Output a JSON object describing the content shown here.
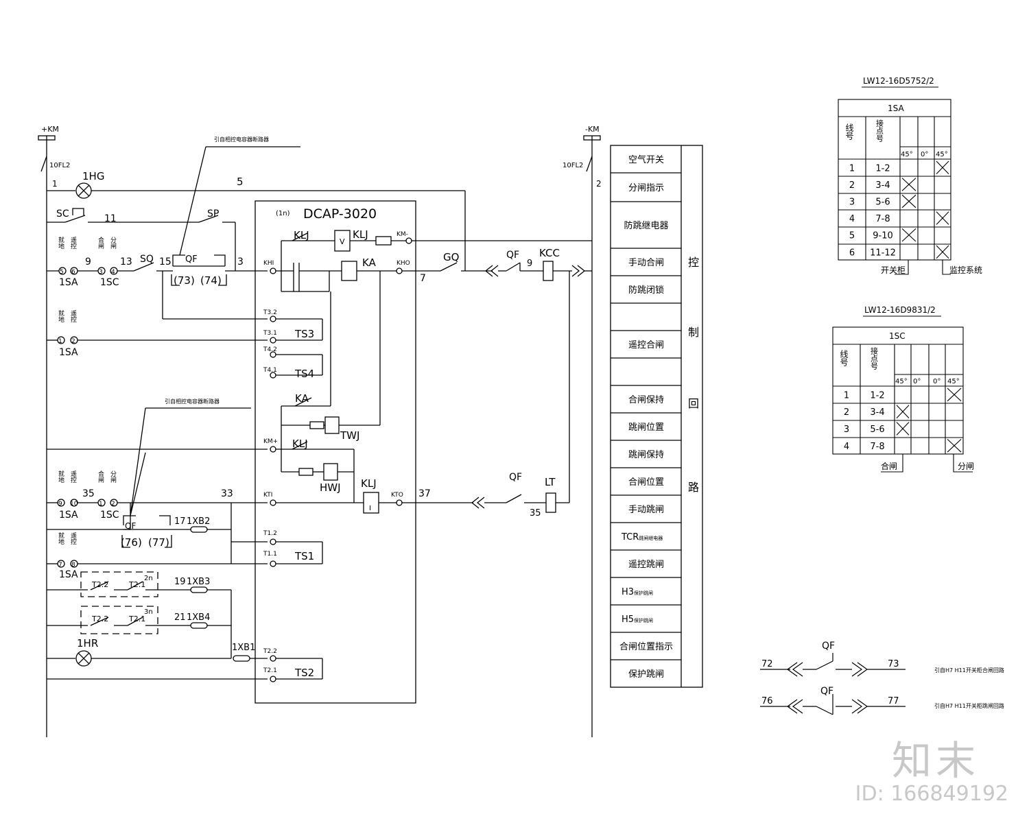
{
  "schematic": {
    "bus_pos": "+KM",
    "bus_neg": "-KM",
    "breaker_left": "10FL2",
    "breaker_right": "10FL2",
    "node1": "1",
    "node2": "2",
    "node5": "5",
    "node11": "11",
    "node9": "9",
    "node13": "13",
    "node15": "15",
    "node3": "3",
    "node7": "7",
    "node9b": "9",
    "node35": "35",
    "node33": "33",
    "node17": "17",
    "node37": "37",
    "node35b": "35",
    "node19": "19",
    "node21": "21",
    "lamp_green": "1HG",
    "lamp_red": "1HR",
    "sc": "SC",
    "sp": "SP",
    "sq": "SQ",
    "qf": "QF",
    "qf73": "(73)",
    "qf74": "(74)",
    "qf76": "(76)",
    "qf77": "(77)",
    "sw_1sa": "1SA",
    "sw_1sc": "1SC",
    "c5": "5",
    "c6": "6",
    "c3": "3",
    "c4": "4",
    "c1": "1",
    "c2": "2",
    "c9": "9",
    "c10": "10",
    "c1b": "1",
    "c2b": "2",
    "c7": "7",
    "c8": "8",
    "lbl_local": "就地",
    "lbl_remote": "遥控",
    "lbl_close": "合闸",
    "lbl_open": "分闸",
    "note_top": "引自相控电容器断路器",
    "note_mid": "引自相控电容器断路器",
    "relay_box": "DCAP-3020",
    "relay_box_id": "(1n)",
    "klj": "KLJ",
    "ka": "KA",
    "twj": "TWJ",
    "hwj": "HWJ",
    "gq": "GQ",
    "kcc": "KCC",
    "lt": "LT",
    "v": "V",
    "i": "I",
    "khi": "KHI",
    "kho": "KHO",
    "kmm": "KM-",
    "kmp": "KM+",
    "kti": "KTI",
    "kto": "KTO",
    "t32": "T3.2",
    "t31": "T3.1",
    "t42": "T4.2",
    "t41": "T4.1",
    "t12": "T1.2",
    "t11": "T1.1",
    "t22": "T2.2",
    "t21": "T2.1",
    "ts1": "TS1",
    "ts2": "TS2",
    "ts3": "TS3",
    "ts4": "TS4",
    "xb1": "1XB1",
    "xb2": "1XB2",
    "xb3": "1XB3",
    "xb4": "1XB4",
    "in2": "2n",
    "in3": "3n"
  },
  "function_legend": {
    "rows": [
      "空气开关",
      "分闸指示",
      "防跳继电器",
      "手动合闸",
      "防跳闭锁",
      "",
      "遥控合闸",
      "",
      "合闸保持",
      "跳闸位置",
      "跳闸保持",
      "合闸位置",
      "手动跳闸",
      "TCR",
      "遥控跳闸",
      "H3",
      "H5",
      "合闸位置指示",
      "保护跳闸"
    ],
    "row_small": [
      "",
      "",
      "",
      "",
      "",
      "",
      "",
      "",
      "",
      "",
      "",
      "",
      "",
      "跳闸继电器",
      "",
      "保护跳闸",
      "保护跳闸",
      "",
      ""
    ],
    "group_label": [
      "控",
      "制",
      "回",
      "路"
    ]
  },
  "table_1sa": {
    "model": "LW12-16D5752/2",
    "title": "1SA",
    "col_line": "线号",
    "col_contact": "接点号",
    "angles": [
      "45°",
      "0°",
      "45°"
    ],
    "rows": [
      {
        "line": "1",
        "contact": "1-2",
        "marks": [
          false,
          false,
          true
        ]
      },
      {
        "line": "2",
        "contact": "3-4",
        "marks": [
          true,
          false,
          false
        ]
      },
      {
        "line": "3",
        "contact": "5-6",
        "marks": [
          true,
          false,
          false
        ]
      },
      {
        "line": "4",
        "contact": "7-8",
        "marks": [
          false,
          false,
          true
        ]
      },
      {
        "line": "5",
        "contact": "9-10",
        "marks": [
          true,
          false,
          false
        ]
      },
      {
        "line": "6",
        "contact": "11-12",
        "marks": [
          false,
          false,
          true
        ]
      }
    ],
    "foot_left": "开关柜",
    "foot_right": "监控系统"
  },
  "table_1sc": {
    "model": "LW12-16D9831/2",
    "title": "1SC",
    "col_line": "线号",
    "col_contact": "接点号",
    "angles": [
      "45°",
      "0°",
      "0°",
      "45°"
    ],
    "rows": [
      {
        "line": "1",
        "contact": "1-2",
        "marks": [
          false,
          false,
          false,
          true
        ]
      },
      {
        "line": "2",
        "contact": "3-4",
        "marks": [
          true,
          false,
          false,
          false
        ]
      },
      {
        "line": "3",
        "contact": "5-6",
        "marks": [
          true,
          false,
          false,
          false
        ]
      },
      {
        "line": "4",
        "contact": "7-8",
        "marks": [
          false,
          false,
          false,
          true
        ]
      }
    ],
    "foot_left": "合闸",
    "foot_right": "分闸"
  },
  "aux_contacts": {
    "qf_top": "QF",
    "n72": "72",
    "n73": "73",
    "note_top": "引自H7 H11开关柜合闸回路",
    "qf_bottom": "QF",
    "n76": "76",
    "n77": "77",
    "note_bottom": "引自H7 H11开关柜跳闸回路"
  },
  "watermark": {
    "logo": "知末",
    "id": "ID: 166849192"
  }
}
